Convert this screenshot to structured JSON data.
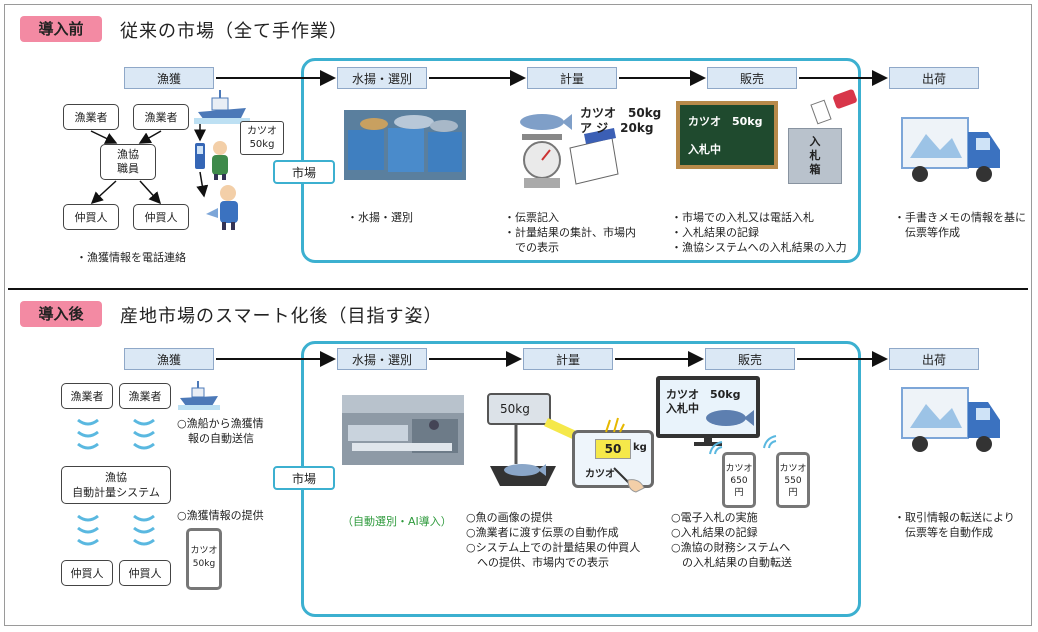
{
  "top": {
    "badge": "導入前",
    "title": "従来の市場（全て手作業）",
    "stages": {
      "catch": "漁獲",
      "landing": "水揚・選別",
      "weigh": "計量",
      "sales": "販売",
      "ship": "出荷"
    },
    "market_tag": "市場",
    "boxes": {
      "fisher1": "漁業者",
      "fisher2": "漁業者",
      "coop_line1": "漁協",
      "coop_line2": "職員",
      "buyer1": "仲買人",
      "buyer2": "仲買人"
    },
    "bubble": {
      "line1": "カツオ",
      "line2": "50kg"
    },
    "scale_labels": {
      "line1": "カツオ　50kg",
      "line2": "ア ジ　20kg"
    },
    "board": {
      "line1": "カツオ　50kg",
      "line2": "入札中"
    },
    "bid_box": {
      "c1": "入",
      "c2": "札",
      "c3": "箱"
    },
    "notes": {
      "catch": "・漁獲情報を電話連絡",
      "landing": "・水揚・選別",
      "weigh": [
        "・伝票記入",
        "・計量結果の集計、市場内",
        "　での表示"
      ],
      "sales": [
        "・市場での入札又は電話入札",
        "・入札結果の記録",
        "・漁協システムへの入札結果の入力"
      ],
      "ship": [
        "・手書きメモの情報を基に",
        "　伝票等作成"
      ]
    }
  },
  "bottom": {
    "badge": "導入後",
    "title": "産地市場のスマート化後（目指す姿）",
    "stages": {
      "catch": "漁獲",
      "landing": "水揚・選別",
      "weigh": "計量",
      "sales": "販売",
      "ship": "出荷"
    },
    "market_tag": "市場",
    "boxes": {
      "fisher1": "漁業者",
      "fisher2": "漁業者",
      "coop_line1": "漁協",
      "coop_line2": "自動計量システム",
      "buyer1": "仲買人",
      "buyer2": "仲買人"
    },
    "phone": {
      "line1": "カツオ",
      "line2": "50kg"
    },
    "scale_display": "50kg",
    "tablet": {
      "value": "50",
      "unit": "kg",
      "name": "カツオ"
    },
    "monitor": {
      "line1": "カツオ　50kg",
      "line2": "入札中"
    },
    "phones": [
      {
        "name": "カツオ",
        "price": "650",
        "unit": "円"
      },
      {
        "name": "カツオ",
        "price": "550",
        "unit": "円"
      }
    ],
    "notes": {
      "catch_a": [
        "○漁船から漁獲情",
        "　報の自動送信"
      ],
      "catch_b": "○漁獲情報の提供",
      "landing": "（自動選別・AI導入）",
      "weigh": [
        "○魚の画像の提供",
        "○漁業者に渡す伝票の自動作成",
        "○システム上での計量結果の仲買人",
        "　への提供、市場内での表示"
      ],
      "sales": [
        "○電子入札の実施",
        "○入札結果の記録",
        "○漁協の財務システムへ",
        "　の入札結果の自動転送"
      ],
      "ship": [
        "・取引情報の転送により",
        "　伝票等を自動作成"
      ]
    }
  },
  "colors": {
    "accent": "#3cb0d0",
    "badge": "#f38aa3",
    "stage_fill": "#dbe8f5",
    "green_note": "#2e9a3c"
  }
}
